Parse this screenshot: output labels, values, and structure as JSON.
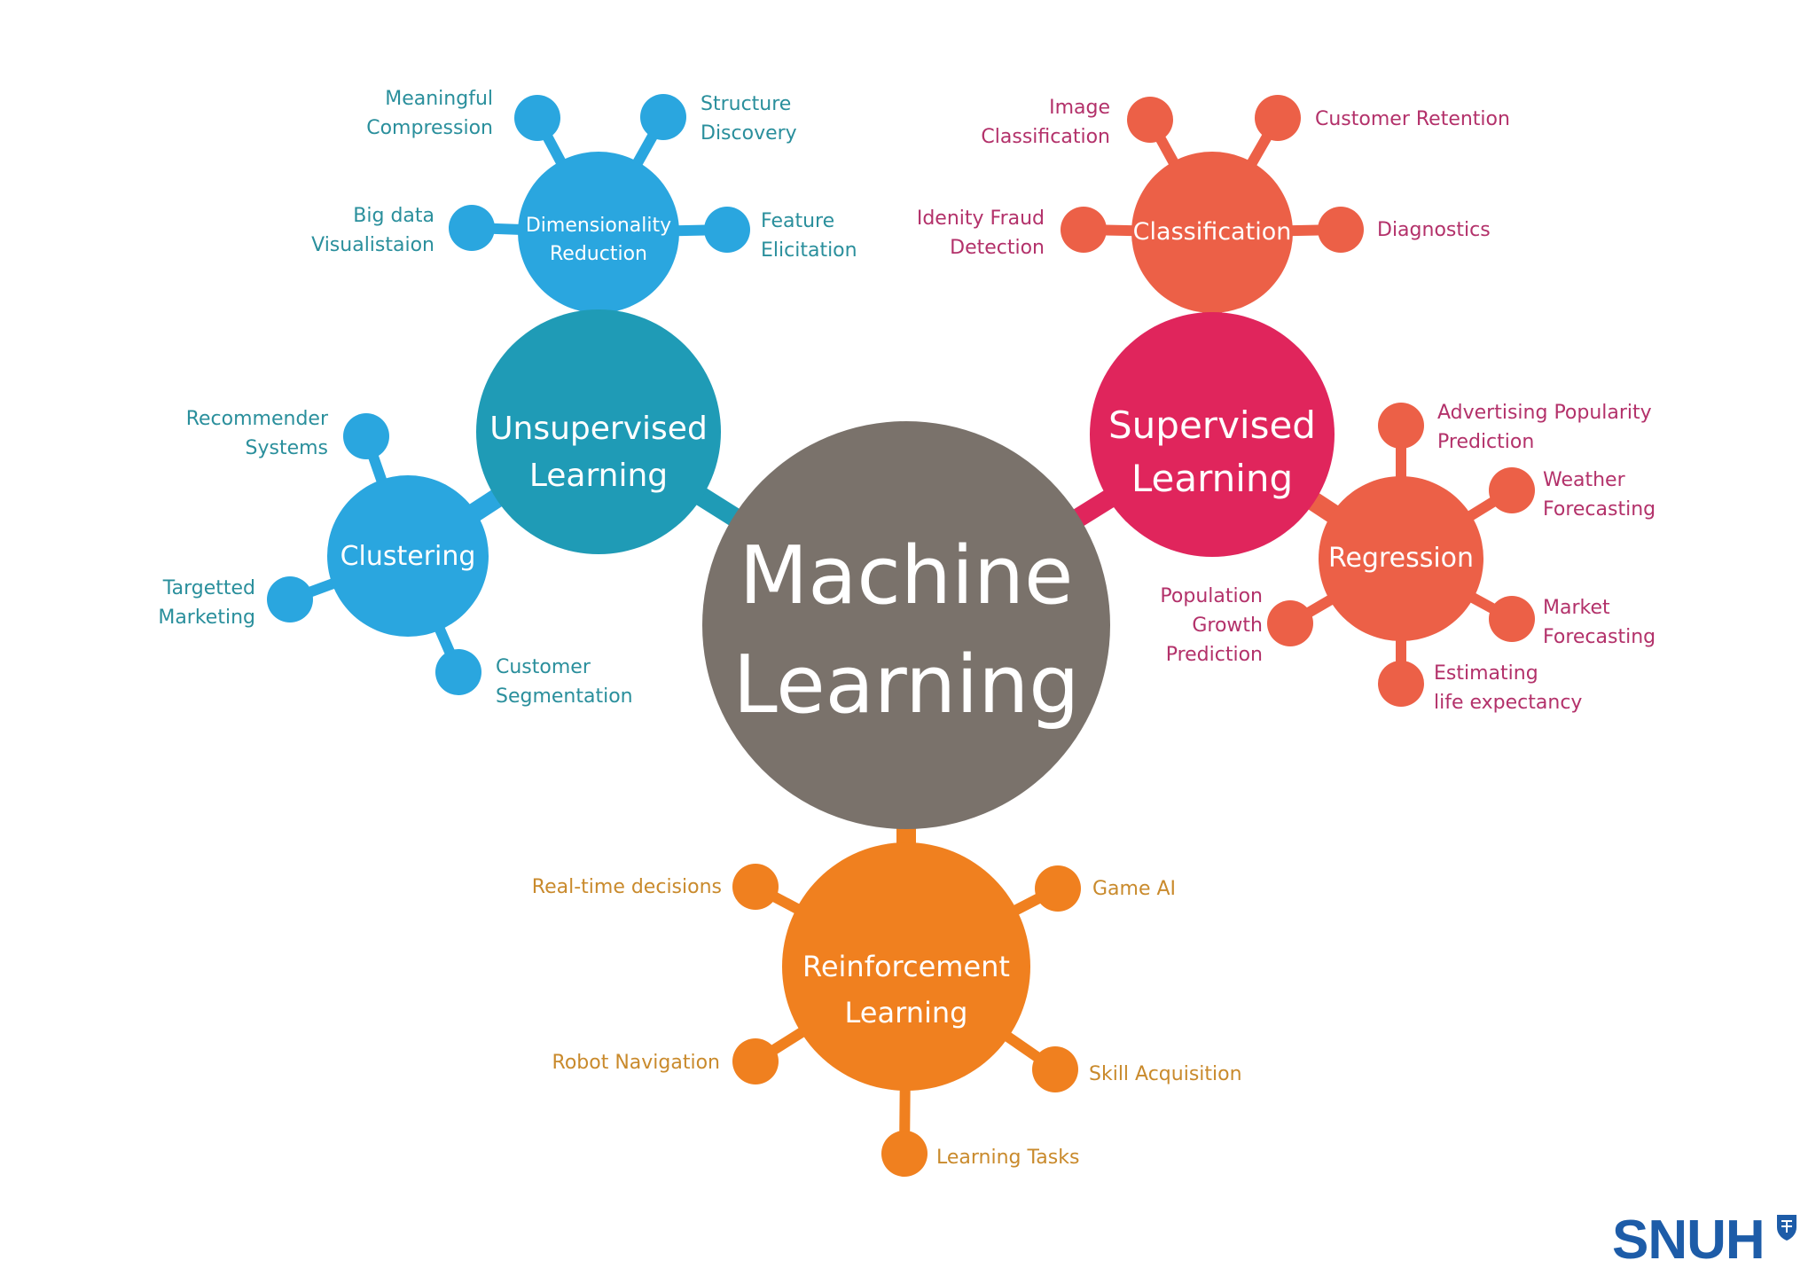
{
  "colors": {
    "central": "#7a726b",
    "unsupervised": "#1f9bb6",
    "unsupervised_sub": "#2aa6df",
    "unsupervised_text": "#2a8f9c",
    "supervised": "#e0255c",
    "supervised_sub": "#ec6047",
    "supervised_text": "#b3316a",
    "reinforcement": "#f0801f",
    "reinforcement_text": "#c98a2c",
    "logo": "#1d5ca8"
  },
  "central": {
    "line1": "Machine",
    "line2": "Learning"
  },
  "unsupervised": {
    "line1": "Unsupervised",
    "line2": "Learning",
    "dimensionality": {
      "line1": "Dimensionality",
      "line2": "Reduction",
      "meaningful_1": "Meaningful",
      "meaningful_2": "Compression",
      "structure_1": "Structure",
      "structure_2": "Discovery",
      "bigdata_1": "Big data",
      "bigdata_2": "Visualistaion",
      "feature_1": "Feature",
      "feature_2": "Elicitation"
    },
    "clustering": {
      "label": "Clustering",
      "recommender_1": "Recommender",
      "recommender_2": "Systems",
      "targetted_1": "Targetted",
      "targetted_2": "Marketing",
      "customer_1": "Customer",
      "customer_2": "Segmentation"
    }
  },
  "supervised": {
    "line1": "Supervised",
    "line2": "Learning",
    "classification": {
      "label": "Classification",
      "image_1": "Image",
      "image_2": "Classification",
      "retention": "Customer Retention",
      "fraud_1": "Idenity Fraud",
      "fraud_2": "Detection",
      "diagnostics": "Diagnostics"
    },
    "regression": {
      "label": "Regression",
      "advertising_1": "Advertising Popularity",
      "advertising_2": "Prediction",
      "weather_1": "Weather",
      "weather_2": "Forecasting",
      "population_1": "Population",
      "population_2": "Growth",
      "population_3": "Prediction",
      "market_1": "Market",
      "market_2": "Forecasting",
      "life_1": "Estimating",
      "life_2": "life expectancy"
    }
  },
  "reinforcement": {
    "line1": "Reinforcement",
    "line2": "Learning",
    "realtime": "Real-time decisions",
    "gameai": "Game AI",
    "robot": "Robot Navigation",
    "skill": "Skill Acquisition",
    "tasks": "Learning Tasks"
  },
  "logo": {
    "text": "SNUH"
  }
}
